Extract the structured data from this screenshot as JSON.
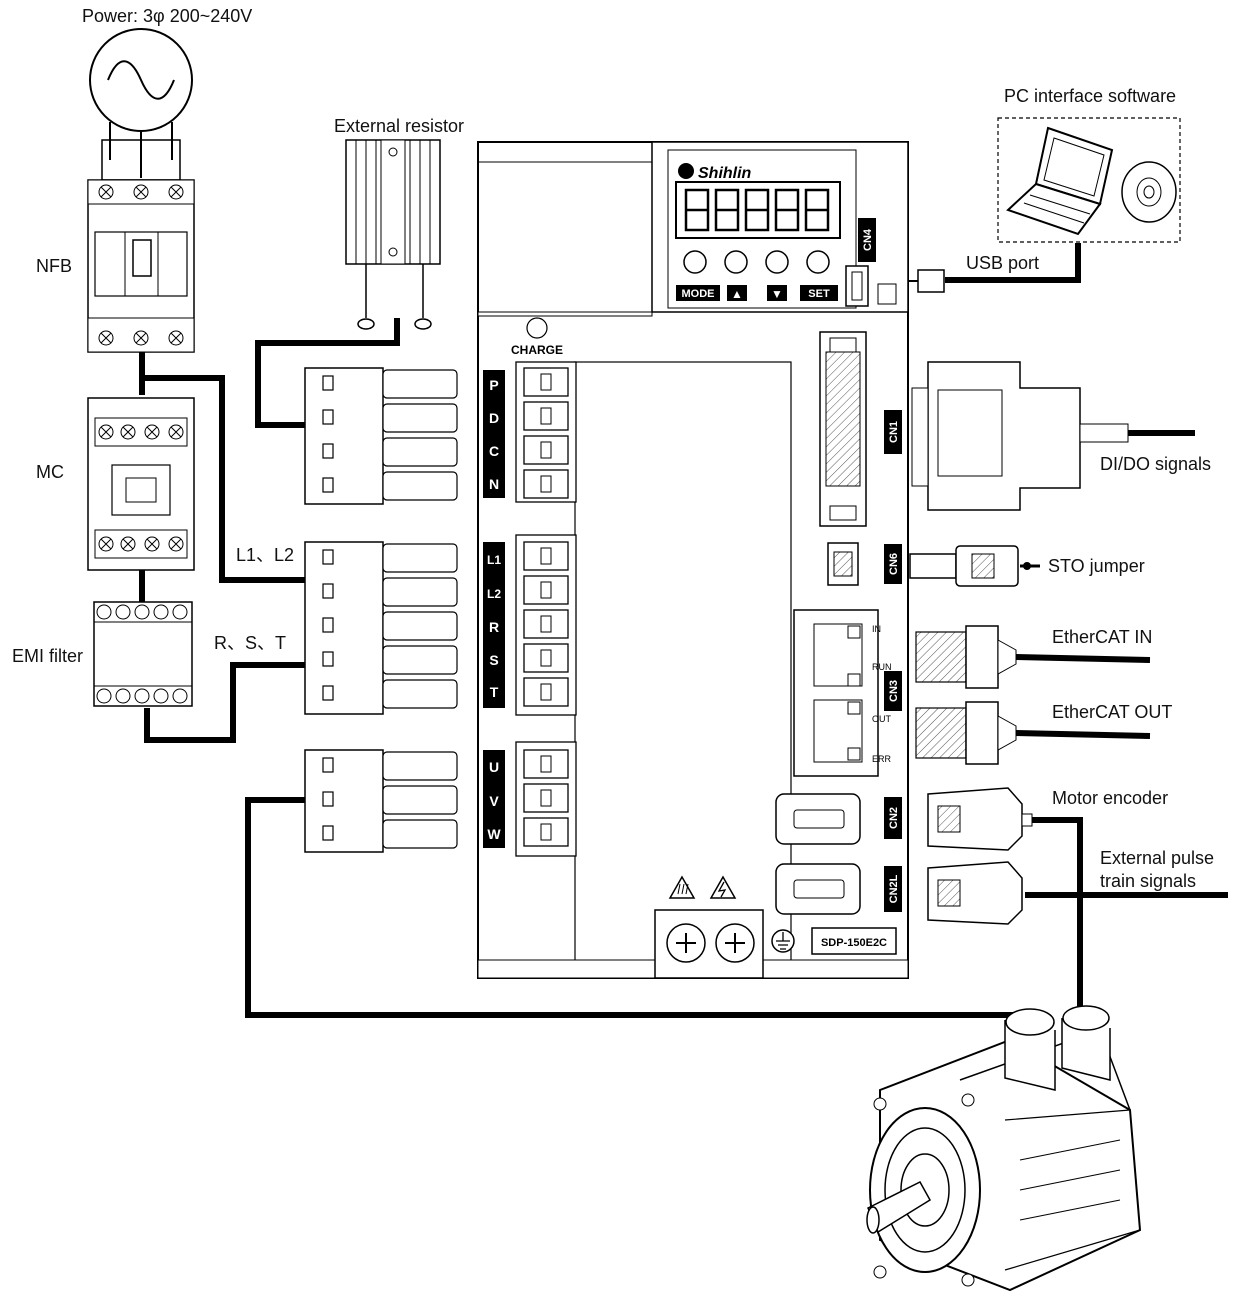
{
  "labels": {
    "power": "Power: 3φ 200~240V",
    "nfb": "NFB",
    "mc": "MC",
    "emi_filter": "EMI filter",
    "external_resistor": "External resistor",
    "l1_l2": "L1、L2",
    "r_s_t": "R、S、T",
    "pc_software": "PC interface software",
    "usb_port": "USB port",
    "di_do": "DI/DO signals",
    "sto_jumper": "STO jumper",
    "ethercat_in": "EtherCAT IN",
    "ethercat_out": "EtherCAT OUT",
    "motor_encoder": "Motor encoder",
    "ext_pulse_1": "External pulse",
    "ext_pulse_2": "train signals"
  },
  "drive": {
    "brand": "Shihlin",
    "charge": "CHARGE",
    "model": "SDP-150E2C",
    "keys": {
      "mode": "MODE",
      "up": "▲",
      "down": "▼",
      "set": "SET"
    },
    "connectors": {
      "cn1": "CN1",
      "cn2": "CN2",
      "cn2l": "CN2L",
      "cn3": "CN3",
      "cn4": "CN4",
      "cn6": "CN6"
    },
    "leds": {
      "in": "IN",
      "run": "RUN",
      "out": "OUT",
      "err": "ERR"
    },
    "terminals": {
      "regen": [
        "P",
        "D",
        "C",
        "N"
      ],
      "power": [
        "L1",
        "L2",
        "R",
        "S",
        "T"
      ],
      "motor": [
        "U",
        "V",
        "W"
      ]
    }
  }
}
